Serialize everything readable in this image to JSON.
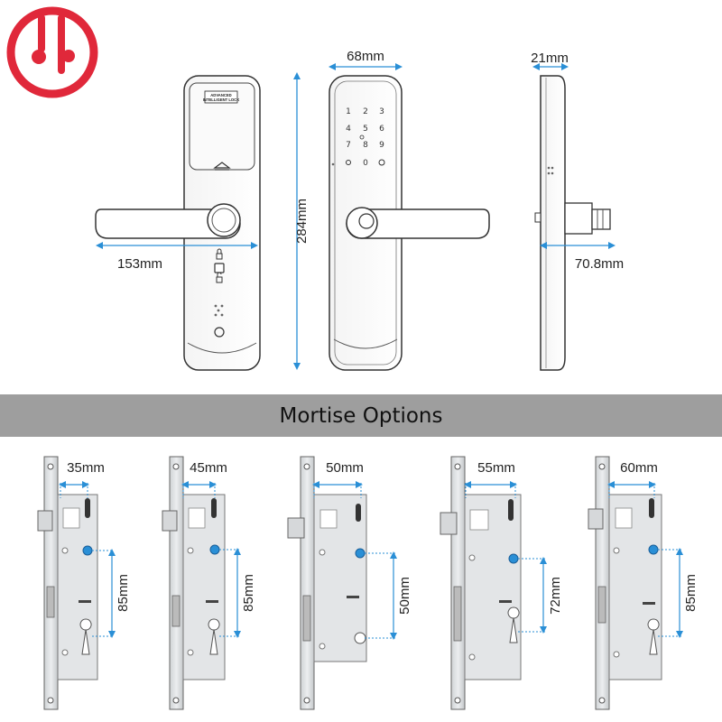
{
  "brand": {
    "logo_color": "#e0283a"
  },
  "lock": {
    "brand_text_line1": "ADVANCED",
    "brand_text_line2": "INTELLIGENT LOCK",
    "keypad_keys": [
      "1",
      "2",
      "3",
      "4",
      "5",
      "6",
      "7",
      "8",
      "9",
      "0"
    ],
    "dimensions": {
      "back_width": "153mm",
      "front_width": "68mm",
      "height": "284mm",
      "thickness": "21mm",
      "handle_depth": "70.8mm"
    }
  },
  "banner": {
    "title": "Mortise Options",
    "color": "#9e9e9e"
  },
  "mortise_options": [
    {
      "backset": "35mm",
      "center": "85mm"
    },
    {
      "backset": "45mm",
      "center": "85mm"
    },
    {
      "backset": "50mm",
      "center": "50mm"
    },
    {
      "backset": "55mm",
      "center": "72mm"
    },
    {
      "backset": "60mm",
      "center": "85mm"
    }
  ],
  "accent_color": "#2a8fd6"
}
